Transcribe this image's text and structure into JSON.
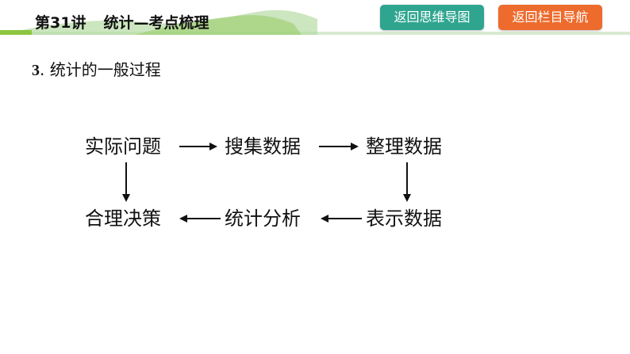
{
  "header": {
    "lecture_no": "第31讲",
    "lecture_topic": "统计—考点梳理",
    "buttons": {
      "mindmap": "返回思维导图",
      "navigation": "返回栏目导航"
    }
  },
  "section": {
    "number": "3",
    "title": ". 统计的一般过程"
  },
  "flow": {
    "nodes": {
      "problem": "实际问题",
      "collect": "搜集数据",
      "organize": "整理数据",
      "represent": "表示数据",
      "analyze": "统计分析",
      "decide": "合理决策"
    }
  },
  "colors": {
    "mindmap_button": "#2fa58f",
    "nav_button": "#ec6b2d",
    "header_green": "#8cc63f"
  }
}
